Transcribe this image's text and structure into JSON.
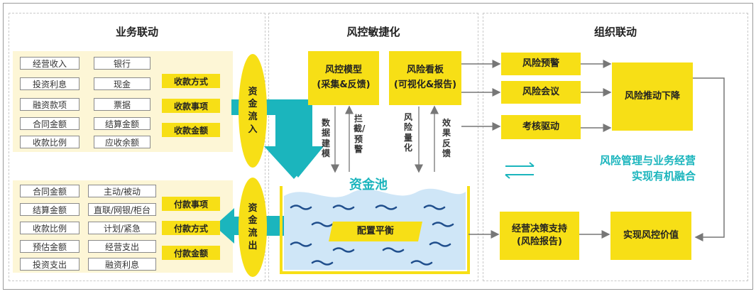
{
  "panels": {
    "business": "业务联动",
    "risk": "风控敏捷化",
    "org": "组织联动"
  },
  "inflow": {
    "items_col1": [
      "经营收入",
      "投资利息",
      "融资款项",
      "合同金额",
      "收款比例"
    ],
    "items_col2": [
      "银行",
      "现金",
      "票据",
      "结算金额",
      "应收余额"
    ],
    "labels": [
      "收款方式",
      "收款事项",
      "收款金额"
    ],
    "oval": "资金流入"
  },
  "outflow": {
    "items_col1": [
      "合同金额",
      "结算金额",
      "收款比例",
      "预估金额",
      "投资支出"
    ],
    "items_col2": [
      "主动/被动",
      "直联/网银/柜台",
      "计划/紧急",
      "经营支出",
      "融资利息"
    ],
    "labels": [
      "付款事项",
      "付款方式",
      "付款金额"
    ],
    "oval": "资金流出"
  },
  "risk": {
    "model_line1": "风控模型",
    "model_line2": "(采集&反馈)",
    "board_line1": "风险看板",
    "board_line2": "(可视化&报告)",
    "v_labels": [
      "数据建模",
      "拦截/预警",
      "风险量化",
      "效果反馈"
    ],
    "pool": "资金池",
    "balance": "配置平衡"
  },
  "org": {
    "warning": "风险预警",
    "meeting": "风险会议",
    "assessment": "考核驱动",
    "decline": "风险推动下降",
    "decision_line1": "经营决策支持",
    "decision_line2": "(风险报告)",
    "value": "实现风控价值",
    "slogan_line1": "风险管理与业务经营",
    "slogan_line2": "实现有机融合"
  },
  "colors": {
    "yellow": "#f7df16",
    "cream": "#fdf6d6",
    "teal": "#1bb5bd",
    "pool_water": "#cfe6f7",
    "wave": "#1f4e8c"
  }
}
